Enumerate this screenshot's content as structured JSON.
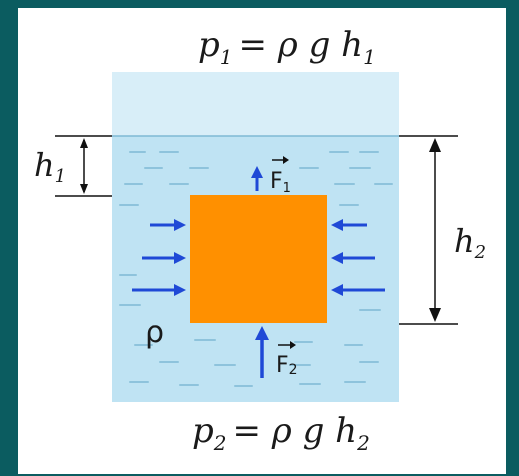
{
  "formulas": {
    "top": {
      "var": "p",
      "sub": "1",
      "rest": "= ρ g h",
      "rest_sub": "1"
    },
    "bottom": {
      "var": "p",
      "sub": "2",
      "rest": "= ρ g h",
      "rest_sub": "2"
    }
  },
  "labels": {
    "h1": {
      "main": "h",
      "sub": "1"
    },
    "h2": {
      "main": "h",
      "sub": "2"
    },
    "density": "ρ",
    "force1": {
      "main": "F",
      "sub": "1"
    },
    "force2": {
      "main": "F",
      "sub": "2"
    }
  },
  "colors": {
    "water": "#bfe3f3",
    "water_surface": "#d8eef8",
    "block": "#ff9000",
    "arrow": "#1f49d6",
    "frame": "#0b5c60"
  }
}
